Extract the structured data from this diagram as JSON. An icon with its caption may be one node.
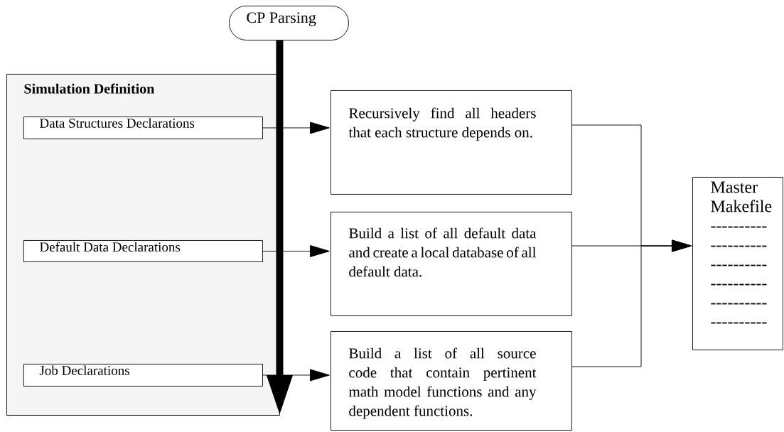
{
  "diagram": {
    "nodes": [
      {
        "text": [
          "CP Parsing"
        ]
      },
      {
        "text": [
          "Simulation Definition"
        ]
      },
      {
        "text": [
          "Data Structures Declarations"
        ],
        "in": 1
      },
      {
        "text": [
          "Default Data Declarations"
        ],
        "in": 1
      },
      {
        "text": [
          "Job Declarations"
        ],
        "in": 1
      },
      {
        "text": [
          "Recursively find all headers that each structure depends on."
        ]
      },
      {
        "text": [
          "Build a list of all default data and create a local database of all default data."
        ]
      },
      {
        "text": [
          "Build a list of all source code that contain pertinent math model functions and any dependent functions."
        ]
      },
      {
        "text": [
          "Master Makefile",
          "----------",
          "----------",
          "----------",
          "----------",
          "----------",
          "----------"
        ]
      }
    ],
    "edges": [
      {
        "from": 0,
        "to": 1,
        "arrow": "to",
        "style": "thick"
      },
      {
        "from": 2,
        "to": 5,
        "arrow": "to"
      },
      {
        "from": 3,
        "to": 6,
        "arrow": "to"
      },
      {
        "from": 4,
        "to": 7,
        "arrow": "to"
      },
      {
        "from": 5,
        "to": 8,
        "arrow": "to"
      },
      {
        "from": 6,
        "to": 8,
        "arrow": "to"
      },
      {
        "from": 7,
        "to": 8,
        "arrow": "to"
      }
    ]
  }
}
